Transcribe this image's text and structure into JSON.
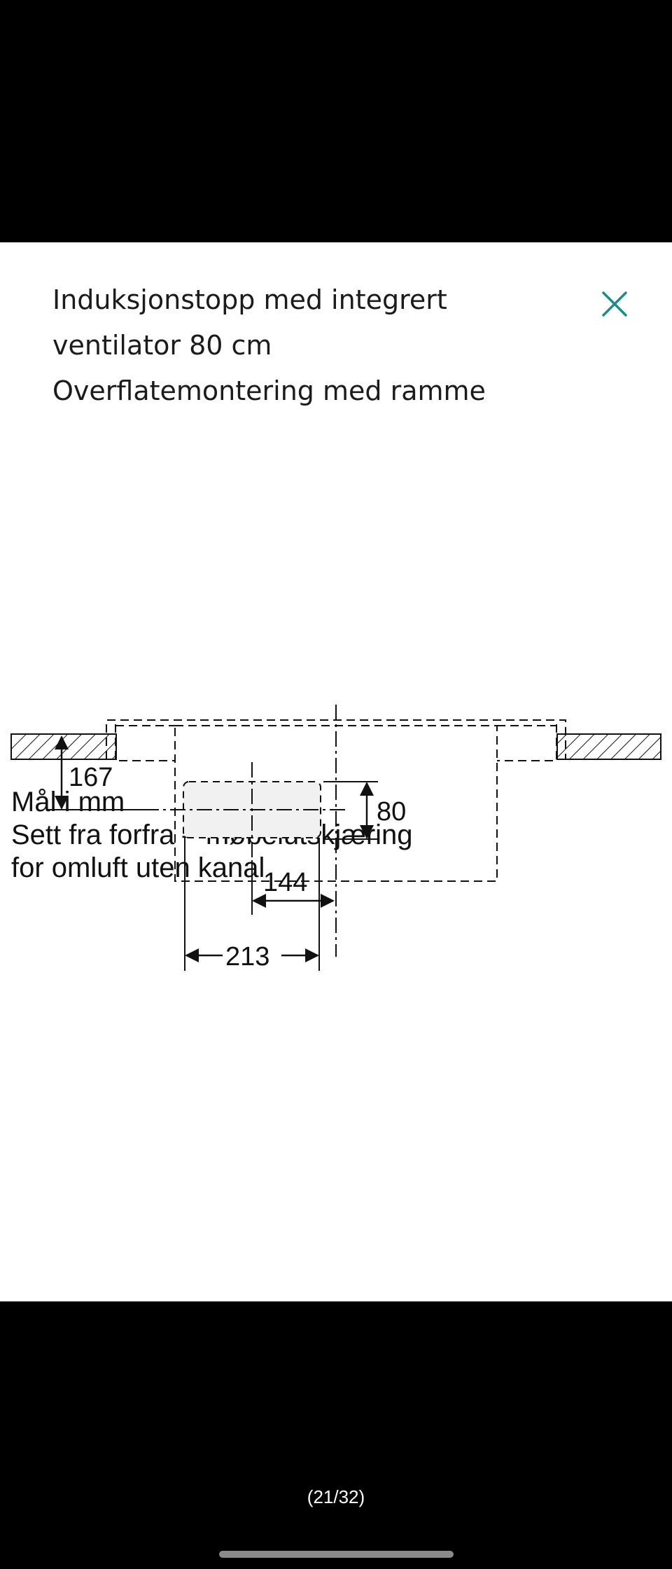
{
  "header": {
    "title_lines": [
      "Induksjonstopp med integrert",
      "ventilator 80 cm",
      "Overflatemontering med ramme"
    ],
    "close_icon": "close-icon",
    "accent_color": "#1a8c8a"
  },
  "drawing": {
    "caption_lines": [
      "Mål i mm",
      "Sett fra forfra – møbelutskjæring",
      "for omluft uten kanal"
    ],
    "dimensions": {
      "depth": "167",
      "height": "80",
      "offset": "144",
      "width": "213"
    }
  },
  "footer": {
    "page_counter": "(21/32)"
  }
}
